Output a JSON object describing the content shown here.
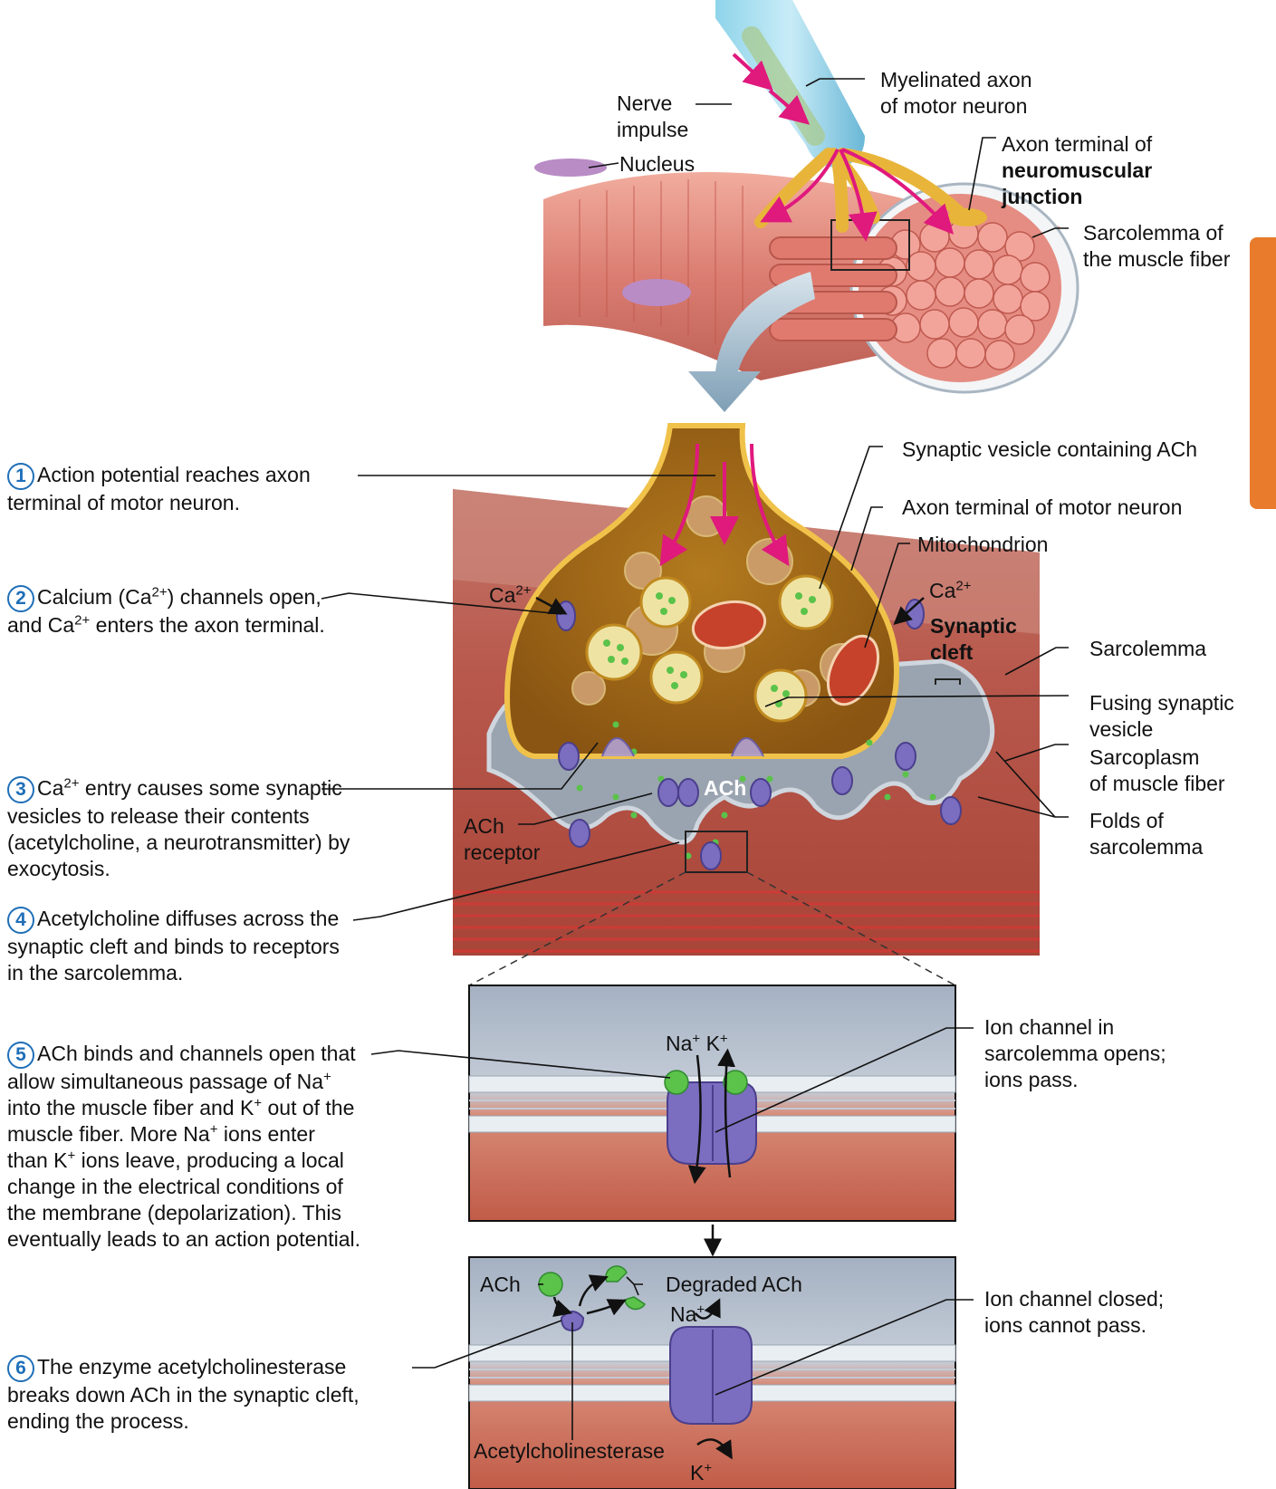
{
  "top_labels": {
    "myelinated_axon_1": "Myelinated axon",
    "myelinated_axon_2": "of motor neuron",
    "nerve_impulse_1": "Nerve",
    "nerve_impulse_2": "impulse",
    "nucleus": "Nucleus",
    "axon_terminal_nmj_1": "Axon terminal of",
    "axon_terminal_nmj_2": "neuromuscular",
    "axon_terminal_nmj_3": "junction",
    "sarcolemma_fiber_1": "Sarcolemma of",
    "sarcolemma_fiber_2": "the muscle fiber"
  },
  "mid_labels": {
    "synaptic_vesicle": "Synaptic vesicle containing ACh",
    "axon_terminal": "Axon terminal of motor neuron",
    "mitochondrion": "Mitochondrion",
    "ca_left": "Ca",
    "ca_right": "Ca",
    "ca_charge": "2+",
    "synaptic_cleft_1": "Synaptic",
    "synaptic_cleft_2": "cleft",
    "sarcolemma": "Sarcolemma",
    "fusing_vesicle_1": "Fusing synaptic",
    "fusing_vesicle_2": "vesicle",
    "sarcoplasm_1": "Sarcoplasm",
    "sarcoplasm_2": "of muscle fiber",
    "folds_1": "Folds of",
    "folds_2": "sarcolemma",
    "ach": "ACh",
    "ach_receptor_1": "ACh",
    "ach_receptor_2": "receptor"
  },
  "box1_labels": {
    "na": "Na",
    "k": "K",
    "plus": "+",
    "ion_open_1": "Ion channel in",
    "ion_open_2": "sarcolemma opens;",
    "ion_open_3": "ions pass."
  },
  "box2_labels": {
    "ach": "ACh",
    "degraded": "Degraded ACh",
    "na": "Na",
    "k": "K",
    "plus": "+",
    "ion_closed_1": "Ion channel closed;",
    "ion_closed_2": "ions cannot pass.",
    "enzyme": "Acetylcholinesterase"
  },
  "steps": [
    {
      "num": "1",
      "text": "Action potential reaches axon terminal of motor neuron."
    },
    {
      "num": "2",
      "pre": "Calcium (Ca",
      "mid": ") channels open, and Ca",
      "post": " enters the axon terminal."
    },
    {
      "num": "3",
      "pre": "Ca",
      "post": " entry causes some synaptic vesicles to release their contents (acetylcholine, a neurotransmitter) by exocytosis."
    },
    {
      "num": "4",
      "text": "Acetylcholine diffuses across the synaptic cleft and binds to receptors in the sarcolemma."
    },
    {
      "num": "5",
      "a": "ACh binds and channels open that allow simultaneous passage of Na",
      "b": " into the muscle fiber and K",
      "c": " out of the muscle fiber. More Na",
      "d": " ions enter than K",
      "e": " ions leave, producing a local change in the electrical conditions of the membrane (depolarization). This eventually leads to an action potential."
    },
    {
      "num": "6",
      "text": "The enzyme acetylcholinesterase breaks down ACh in the synaptic cleft, ending the process."
    }
  ],
  "colors": {
    "muscle": "#d9766a",
    "axon_gold": "#d9a520",
    "cleft_gray": "#9aa4b0",
    "receptor": "#6a5fb0",
    "arrow_pink": "#e0197d",
    "step_blue": "#1f6fb8",
    "side_tab": "#e87b2c"
  }
}
